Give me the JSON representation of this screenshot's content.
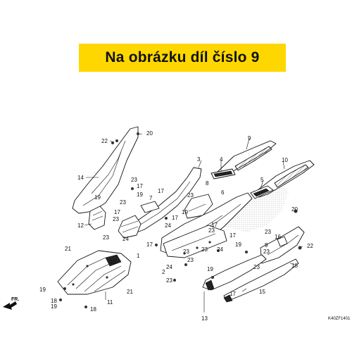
{
  "banner": {
    "text": "Na obrázku díl číslo 9",
    "background": "#ffd700"
  },
  "diagram": {
    "code": "K40ZF1401",
    "direction_label": "FR.",
    "part_labels": [
      "1",
      "2",
      "3",
      "4",
      "5",
      "6",
      "7",
      "8",
      "9",
      "10",
      "11",
      "12",
      "13",
      "14",
      "15",
      "16",
      "17",
      "18",
      "19",
      "20",
      "21",
      "22",
      "23",
      "24"
    ]
  }
}
